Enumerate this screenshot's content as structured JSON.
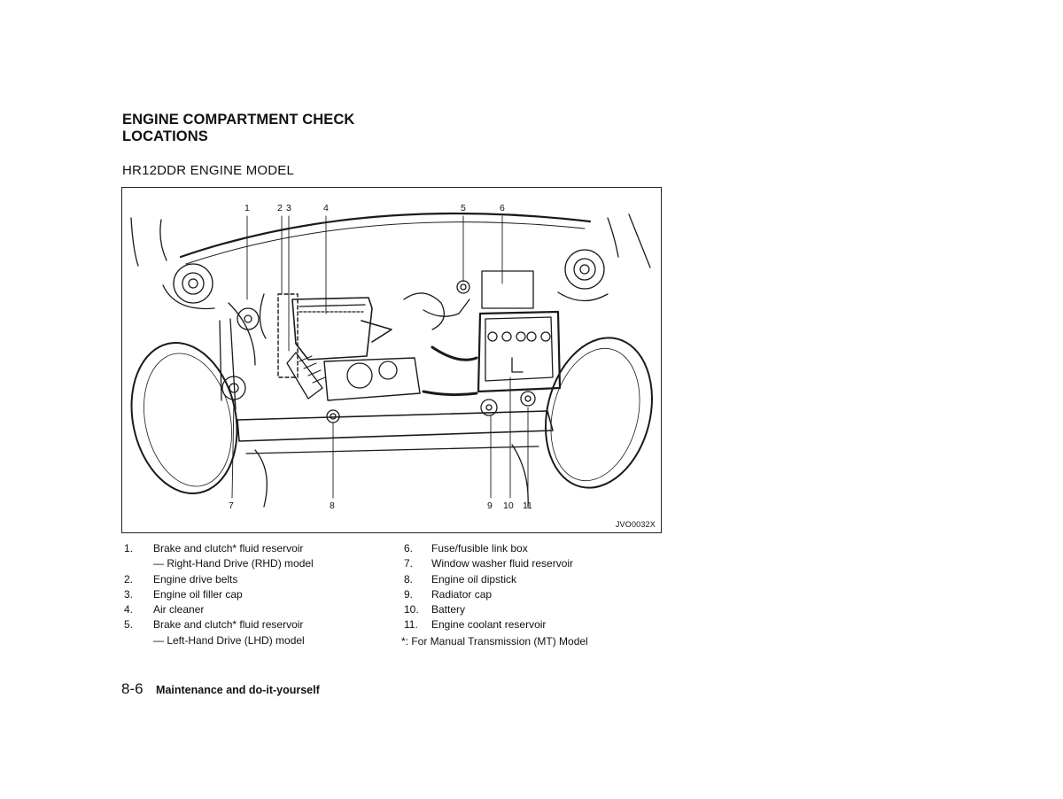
{
  "title_line1": "ENGINE COMPARTMENT CHECK",
  "title_line2": "LOCATIONS",
  "subtitle": "HR12DDR ENGINE MODEL",
  "figure": {
    "code": "JVO0032X",
    "top_callouts": [
      "1",
      "2",
      "3",
      "4",
      "5",
      "6"
    ],
    "bottom_callouts": [
      "7",
      "8",
      "9",
      "10",
      "11"
    ]
  },
  "legend_left": [
    {
      "num": "1.",
      "text": "Brake and clutch* fluid reservoir"
    },
    {
      "num": "",
      "text": "— Right-Hand Drive (RHD) model"
    },
    {
      "num": "2.",
      "text": "Engine drive belts"
    },
    {
      "num": "3.",
      "text": "Engine oil filler cap"
    },
    {
      "num": "4.",
      "text": "Air cleaner"
    },
    {
      "num": "5.",
      "text": "Brake and clutch* fluid reservoir"
    },
    {
      "num": "",
      "text": "— Left-Hand Drive (LHD) model"
    }
  ],
  "legend_right": [
    {
      "num": "6.",
      "text": "Fuse/fusible link box"
    },
    {
      "num": "7.",
      "text": "Window washer fluid reservoir"
    },
    {
      "num": "8.",
      "text": "Engine oil dipstick"
    },
    {
      "num": "9.",
      "text": "Radiator cap"
    },
    {
      "num": "10.",
      "text": "Battery"
    },
    {
      "num": "11.",
      "text": "Engine coolant reservoir"
    }
  ],
  "footnote": "*: For Manual Transmission (MT) Model",
  "footer": {
    "page": "8-6",
    "section": "Maintenance and do-it-yourself"
  }
}
